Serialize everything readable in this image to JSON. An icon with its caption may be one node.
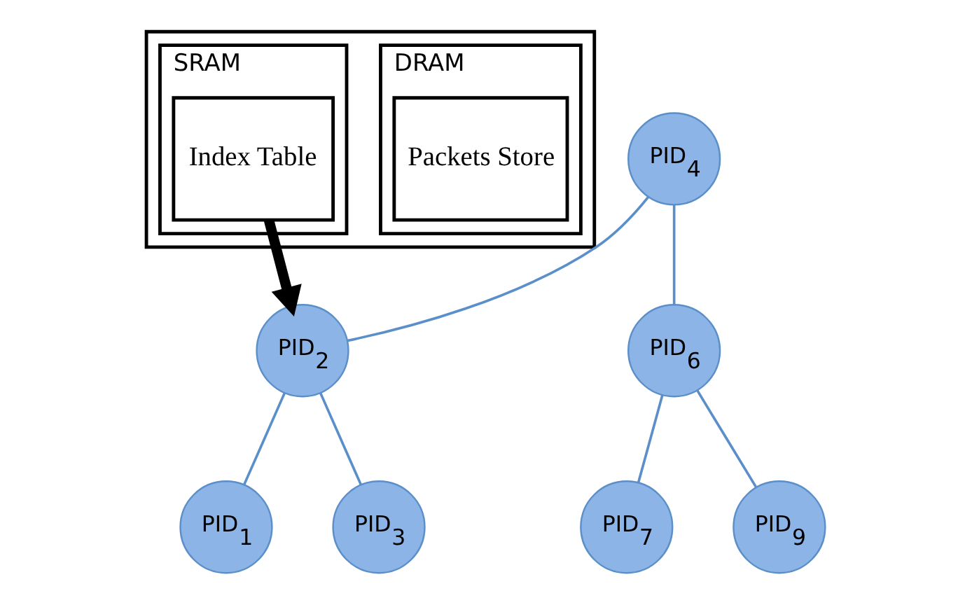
{
  "diagram": {
    "nodes": [
      {
        "text": [],
        "shape": "box"
      },
      {
        "text": [
          "DRAM"
        ],
        "in": 0
      },
      {
        "text": [
          "Packets Store"
        ],
        "in": 1
      },
      {
        "text": [
          "SRAM"
        ],
        "in": 0
      },
      {
        "text": [
          "Index Table"
        ],
        "in": 3
      },
      {
        "text": [
          "PID$_{4}$"
        ]
      },
      {
        "text": [
          "PID$_{2}$"
        ]
      },
      {
        "text": [
          "PID$_{6}$"
        ]
      },
      {
        "text": [
          "PID$_{1}$"
        ]
      },
      {
        "text": [
          "PID$_{3}$"
        ]
      },
      {
        "text": [
          "PID$_{7}$"
        ]
      },
      {
        "text": [
          "PID$_{9}$"
        ]
      }
    ],
    "edges": [
      {
        "from": 4,
        "to": 6,
        "arrow": "to",
        "style": "thick",
        "color": "#000000"
      },
      {
        "from": 5,
        "to": 6,
        "arrow": "none"
      },
      {
        "from": 5,
        "to": 7,
        "arrow": "none"
      },
      {
        "from": 6,
        "to": 8,
        "arrow": "none"
      },
      {
        "from": 6,
        "to": 9,
        "arrow": "none"
      },
      {
        "from": 7,
        "to": 10,
        "arrow": "none"
      },
      {
        "from": 7,
        "to": 11,
        "arrow": "none"
      }
    ]
  }
}
